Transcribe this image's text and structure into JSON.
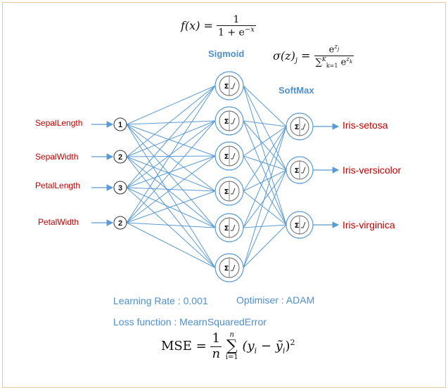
{
  "inputs": [
    {
      "label": "SepalLength",
      "index": "1"
    },
    {
      "label": "SepalWidth",
      "index": "2"
    },
    {
      "label": "PetalLength",
      "index": "3"
    },
    {
      "label": "PetalWidth",
      "index": "2"
    }
  ],
  "outputs": [
    "Iris-setosa",
    "Iris-versicolor",
    "Iris-virginica"
  ],
  "hidden_node_count": 6,
  "output_node_count": 3,
  "sigmoid": {
    "lhs": "f(x) =",
    "numerator": "1",
    "denominator": "1 + e",
    "exponent": "−x",
    "name": "Sigmoid"
  },
  "softmax": {
    "lhs": "σ(z)",
    "lhs_sub": "j",
    "eq": "=",
    "num_base": "e",
    "num_exp": "z",
    "num_exp_sub": "j",
    "den_sum": "∑",
    "den_upper": "K",
    "den_lower": "k=1",
    "den_base": "e",
    "den_exp": "z",
    "den_exp_sub": "k",
    "name": "SoftMax"
  },
  "training": {
    "learning_rate": "Learning Rate : 0.001",
    "optimiser": "Optimiser : ADAM",
    "loss": "Loss function : MearnSquaredError"
  },
  "mse": {
    "lhs": "MSE =",
    "frac_num": "1",
    "frac_den": "n",
    "sum_upper": "n",
    "sum_sym": "∑",
    "sum_lower": "i=1",
    "body": "(y",
    "sub_i": "i",
    "minus": " − ỹ",
    "sub_i2": "i",
    "close": ")",
    "power": "2"
  },
  "colors": {
    "edge": "#5b9bd5",
    "label_red": "#c00000",
    "accent_blue": "#4f8fcc",
    "frame_border": "#e8c79a"
  }
}
